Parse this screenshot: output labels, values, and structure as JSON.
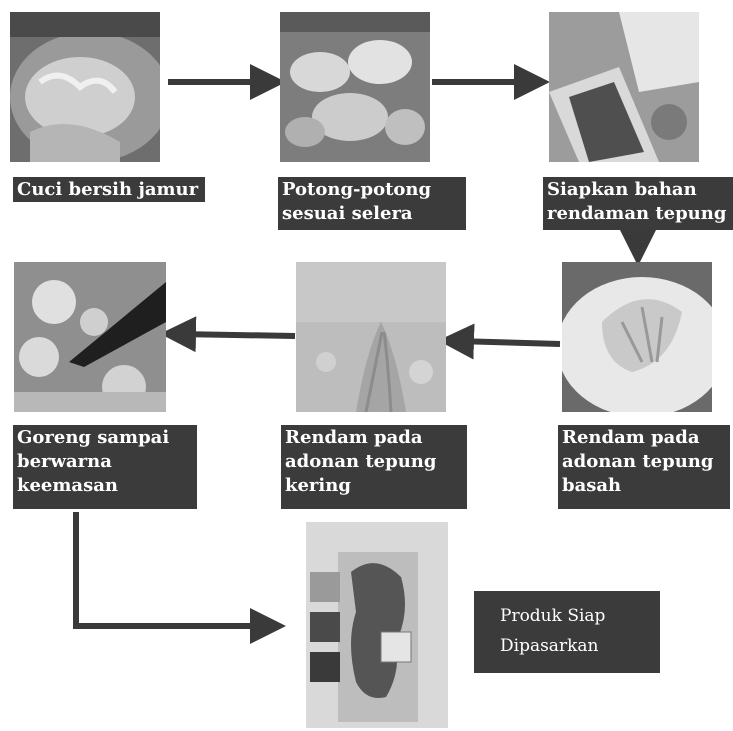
{
  "steps": [
    {
      "label": "Cuci bersih jamur",
      "photo_icon": "washing-mushrooms-photo"
    },
    {
      "label": "Potong-potong\nsesuai selera",
      "photo_icon": "chopped-mushrooms-photo"
    },
    {
      "label": "Siapkan bahan\nrendaman tepung",
      "photo_icon": "flour-packet-photo"
    },
    {
      "label": "Rendam pada\nadonan tepung\nbasah",
      "photo_icon": "wet-batter-photo"
    },
    {
      "label": "Rendam pada\nadonan tepung\nkering",
      "photo_icon": "dry-flour-photo"
    },
    {
      "label": "Goreng sampai\nberwarna\nkeemasan",
      "photo_icon": "frying-photo"
    }
  ],
  "product": {
    "label": "Produk Siap\nDipasarkan",
    "photo_icon": "packaged-product-photo"
  },
  "colors": {
    "arrow": "#3a3a3a",
    "label_bg": "#3b3b3b",
    "label_text": "#ffffff"
  }
}
